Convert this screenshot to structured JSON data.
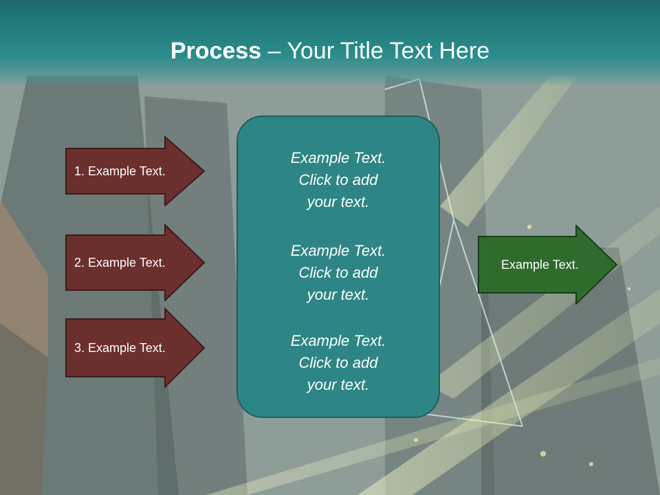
{
  "slide": {
    "title_bold": "Process",
    "title_rest": " – Your Title Text Here"
  },
  "left_arrows": [
    {
      "label": "1. Example Text."
    },
    {
      "label": "2. Example Text."
    },
    {
      "label": "3. Example Text."
    }
  ],
  "center_box": {
    "paragraphs": [
      {
        "line1": "Example Text.",
        "line2": "Click  to add",
        "line3": "your text."
      },
      {
        "line1": "Example Text.",
        "line2": "Click  to add",
        "line3": "your text."
      },
      {
        "line1": "Example Text.",
        "line2": "Click  to add",
        "line3": "your text."
      }
    ]
  },
  "right_arrow": {
    "label": "Example Text."
  },
  "colors": {
    "header": "#2a8d8c",
    "left_arrow_fill": "#6b2f2e",
    "center_box_fill": "#2e8585",
    "right_arrow_fill": "#2f6b2c"
  }
}
